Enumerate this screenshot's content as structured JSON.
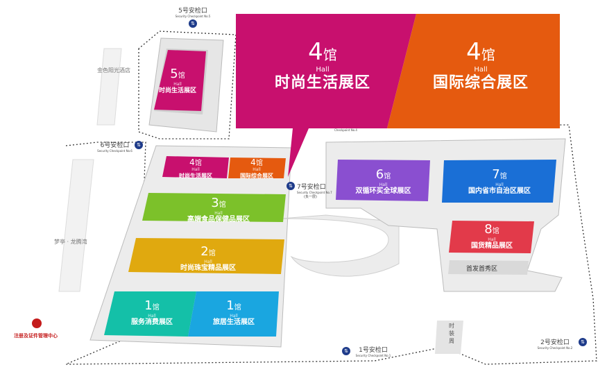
{
  "callout": {
    "left": {
      "num": "4",
      "unit": "馆",
      "hall": "Hall",
      "name": "时尚生活展区",
      "color": "#c8106e"
    },
    "right": {
      "num": "4",
      "unit": "馆",
      "hall": "Hall",
      "name": "国际综合展区",
      "color": "#e55a0f"
    }
  },
  "halls": [
    {
      "num": "5",
      "unit": "馆",
      "hall": "Hall",
      "name": "时尚生活展区",
      "color": "#c8106e"
    },
    {
      "num": "4",
      "unit": "馆",
      "hall": "Hall",
      "name": "时尚生活展区",
      "color": "#c8106e"
    },
    {
      "num": "4",
      "unit": "馆",
      "hall": "Hall",
      "name": "国际综合展区",
      "color": "#e55a0f"
    },
    {
      "num": "3",
      "unit": "馆",
      "hall": "Hall",
      "name": "高端食品保健品展区",
      "color": "#7cc12a"
    },
    {
      "num": "2",
      "unit": "馆",
      "hall": "Hall",
      "name": "时尚珠宝精品展区",
      "color": "#e0a90f"
    },
    {
      "num": "1",
      "unit": "馆",
      "hall": "Hall",
      "name": "服务消费展区",
      "color": "#14c0a8"
    },
    {
      "num": "1",
      "unit": "馆",
      "hall": "Hall",
      "name": "旅居生活展区",
      "color": "#1aa6e0"
    },
    {
      "num": "6",
      "unit": "馆",
      "hall": "Hall",
      "name": "双循环买全球展区",
      "color": "#8a4fd0"
    },
    {
      "num": "7",
      "unit": "馆",
      "hall": "Hall",
      "name": "国内省市自治区展区",
      "color": "#1a6fd6"
    },
    {
      "num": "8",
      "unit": "馆",
      "hall": "Hall",
      "name": "国货精品展区",
      "color": "#e23a4a"
    }
  ],
  "checkpoints": {
    "cp5": {
      "name": "5号安检口",
      "sub": "Security Checkpoint No.5"
    },
    "cp6": {
      "name": "6号安检口",
      "sub": "Security Checkpoint No.6"
    },
    "cp7": {
      "name": "7号安检口",
      "sub": "Security Checkpoint No.7",
      "note": "(负一层)"
    },
    "cp4": {
      "sub": "Checkpoint No.4"
    },
    "cp1": {
      "name": "1号安检口",
      "sub": "Security Checkpoint No.1"
    },
    "cp2": {
      "name": "2号安检口",
      "sub": "Security Checkpoint No.2"
    }
  },
  "landmarks": {
    "hotel": "金色阳光酒店",
    "mengting": "梦亭 · 龙腾湾",
    "registration": "注册及证件管理中心",
    "debut": "首发首秀区",
    "zone_vertical": "时装周"
  }
}
